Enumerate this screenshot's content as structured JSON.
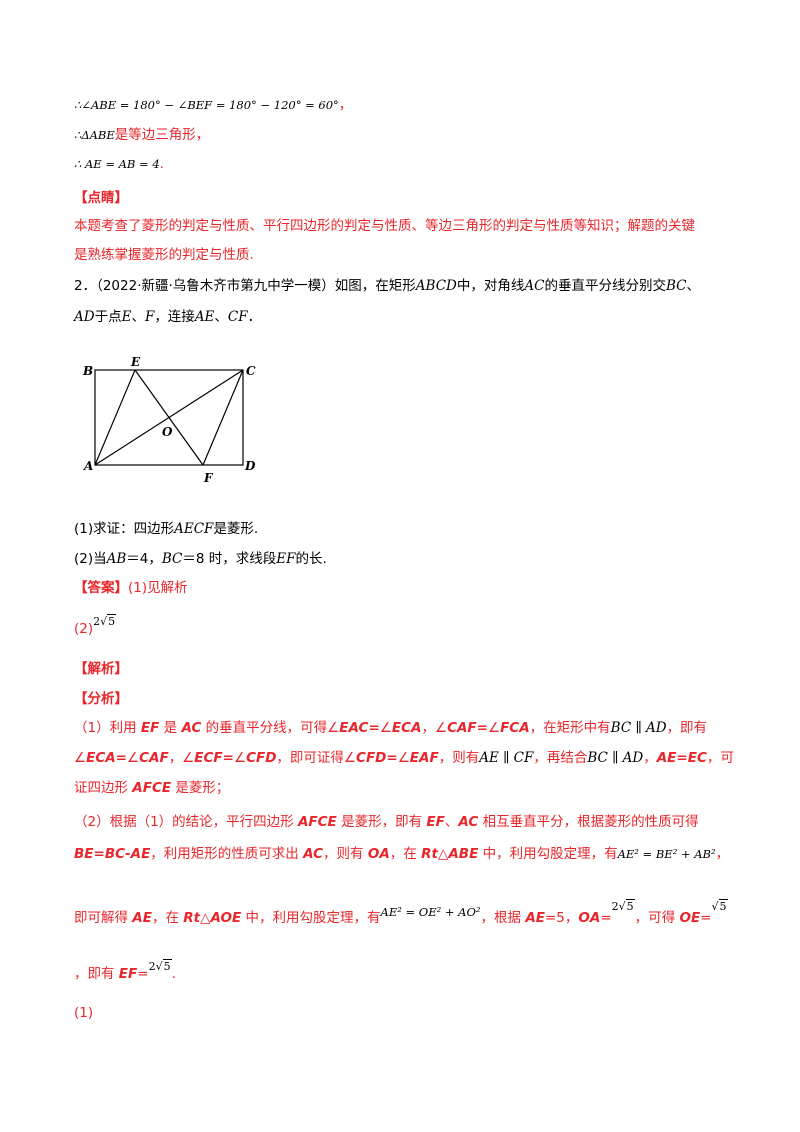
{
  "top": {
    "l1_text": "∴∠ABE = 180° − ∠BEF = 180° − 120° = 60°",
    "l1_tail": "，",
    "l2_math": "∴ΔABE",
    "l2_text": "是等边三角形，",
    "l3_text": "∴ AE = AB = 4",
    "l3_tail": "."
  },
  "dianjing": {
    "label": "【点睛】",
    "text1": "本题考查了菱形的判定与性质、平行四边形的判定与性质、等边三角形的判定与性质等知识；解题的关键",
    "text2": "是熟练掌握菱形的判定与性质."
  },
  "problem": {
    "num": "2．",
    "source": "（2022·新疆·乌鲁木齐市第九中学一模）如图，在矩形",
    "abcd": "ABCD",
    "mid1": "中，对角线",
    "ac": "AC",
    "mid2": "的垂直平分线分别交",
    "bc": "BC",
    "sep": "、",
    "l2_ad": "AD",
    "l2_a": "于点",
    "l2_e": "E",
    "l2_sep": "、",
    "l2_f": "F",
    "l2_b": "，连接",
    "l2_ae": "AE",
    "l2_sep2": "、",
    "l2_cf": "CF",
    "l2_end": "．"
  },
  "figure": {
    "labels": {
      "B": "B",
      "E": "E",
      "C": "C",
      "O": "O",
      "A": "A",
      "F": "F",
      "D": "D"
    }
  },
  "questions": {
    "q1_a": "(1)求证：四边形",
    "q1_m": "AECF",
    "q1_b": "是菱形.",
    "q2_a": "(2)当",
    "q2_ab": "AB",
    "q2_b": "＝4，",
    "q2_bc": "BC",
    "q2_c": "＝8 时，求线段",
    "q2_ef": "EF",
    "q2_d": "的长."
  },
  "answer": {
    "label": "【答案】",
    "a1": "(1)见解析",
    "a2_prefix": "(2)",
    "a2_coef": "2",
    "a2_rad": "5"
  },
  "jiexi": {
    "label": "【解析】"
  },
  "fenxi": {
    "label": "【分析】",
    "p1_l1": [
      "（1）利用 ",
      "EF",
      " 是 ",
      "AC",
      " 的垂直平分线，可得∠",
      "EAC=",
      "∠",
      "ECA",
      "，∠",
      "CAF=",
      "∠",
      "FCA",
      "，在矩形中有",
      "BC ∥ AD",
      "，即有"
    ],
    "p1_l2": [
      "∠",
      "ECA=",
      "∠",
      "CAF",
      "，∠",
      "ECF=",
      "∠",
      "CFD",
      "，即可证得∠",
      "CFD=",
      "∠",
      "EAF",
      "，则有",
      "AE ∥ CF",
      "，再结合",
      "BC ∥ AD",
      "，",
      "AE=EC",
      "，可"
    ],
    "p1_l3": [
      "证四边形 ",
      "AFCE",
      " 是菱形；"
    ],
    "p2_l1": [
      "（2）根据（1）的结论，平行四边形 ",
      "AFCE",
      " 是菱形，即有 ",
      "EF",
      "、",
      "AC",
      " 相互垂直平分，根据菱形的性质可得"
    ],
    "p2_l2": [
      "BE=BC-AE",
      "，利用矩形的性质可求出 ",
      "AC",
      "，则有 ",
      "OA",
      "，在 ",
      "Rt",
      "△",
      "ABE",
      " 中，利用勾股定理，有"
    ],
    "p2_l2_eq": "AE² = BE² + AB²",
    "p2_l2_end": "，",
    "p2_l3": [
      "即可解得 ",
      "AE",
      "，在 ",
      "Rt",
      "△",
      "AOE",
      " 中，利用勾股定理，有"
    ],
    "p2_l3_eq": "AE² = OE² + AO²",
    "p2_l3_b": [
      "，根据 ",
      "AE",
      "=5，",
      "OA",
      "="
    ],
    "p2_l3_oa_coef": "2",
    "p2_l3_oa_rad": "5",
    "p2_l3_c": [
      "，可得 ",
      "OE",
      "="
    ],
    "p2_l3_oe_rad": "5",
    "p2_l4_a": [
      "，即有 ",
      "EF",
      "="
    ],
    "p2_l4_coef": "2",
    "p2_l4_rad": "5",
    "p2_l4_end": "."
  },
  "bottom": {
    "label": "(1)"
  }
}
